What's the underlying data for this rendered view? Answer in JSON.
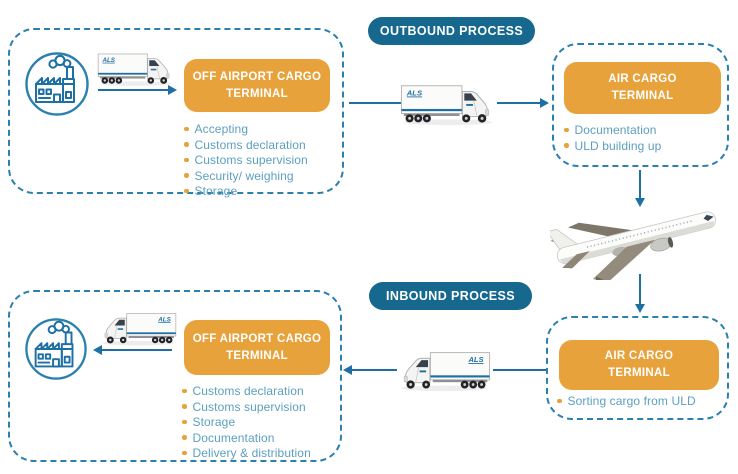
{
  "colors": {
    "header_pill_bg": "#16688F",
    "dashed_border": "#2B80AD",
    "terminal_box_bg": "#E7A23B",
    "list_text": "#5C9FC0",
    "arrow": "#1E6FA3",
    "box_text": "#FFFFFF"
  },
  "truck_label": "ALS",
  "outbound": {
    "header": "OUTBOUND PROCESS",
    "off_airport": {
      "title": "OFF AIRPORT CARGO TERMINAL",
      "items": [
        "Accepting",
        "Customs declaration",
        "Customs supervision",
        "Security/ weighing",
        "Storage"
      ]
    },
    "air_cargo": {
      "title": "AIR CARGO TERMINAL",
      "items": [
        "Documentation",
        "ULD building up"
      ]
    }
  },
  "inbound": {
    "header": "INBOUND PROCESS",
    "air_cargo": {
      "title": "AIR CARGO TERMINAL",
      "items": [
        "Sorting cargo from ULD"
      ]
    },
    "off_airport": {
      "title": "OFF AIRPORT CARGO TERMINAL",
      "items": [
        "Customs declaration",
        "Customs supervision",
        "Storage",
        "Documentation",
        "Delivery & distribution"
      ]
    }
  }
}
